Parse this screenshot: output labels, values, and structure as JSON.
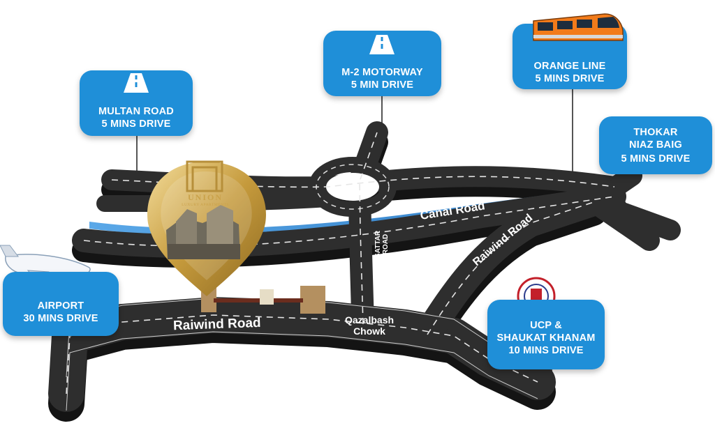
{
  "callouts": {
    "multan": {
      "lines": [
        "MULTAN ROAD",
        "5 MINS DRIVE"
      ],
      "icon": "road-icon"
    },
    "motorway": {
      "lines": [
        "M-2 MOTORWAY",
        "5 MIN DRIVE"
      ],
      "icon": "road-icon"
    },
    "orange": {
      "lines": [
        "ORANGE LINE",
        "5 MINS DRIVE"
      ],
      "icon": "train-icon"
    },
    "thokar": {
      "lines": [
        "THOKAR",
        "NIAZ BAIG",
        "5 MINS DRIVE"
      ]
    },
    "airport": {
      "lines": [
        "AIRPORT",
        "30 MINS DRIVE"
      ],
      "icon": "airplane-icon"
    },
    "ucp": {
      "lines": [
        "UCP &",
        "SHAUKAT KHANAM",
        "10 MINS DRIVE"
      ],
      "icon": "ucp-seal-icon"
    }
  },
  "roads": {
    "canal": "Canal Road",
    "raiwind_main": "Raiwind Road",
    "raiwind_diag": "Raiwind Road",
    "sattar_1": "SATTAR",
    "sattar_2": "ROAD",
    "qazalbash_1": "Qazalbash",
    "qazalbash_2": "Chowk"
  },
  "brand": {
    "name": "UNION",
    "tagline": "LUXURY APARTMENTS"
  },
  "colors": {
    "callout": "#1f8fd8",
    "road": "#2b2b2b",
    "road_side": "#141414",
    "canal": "#3f8fd0",
    "gold": "#caa24a"
  }
}
